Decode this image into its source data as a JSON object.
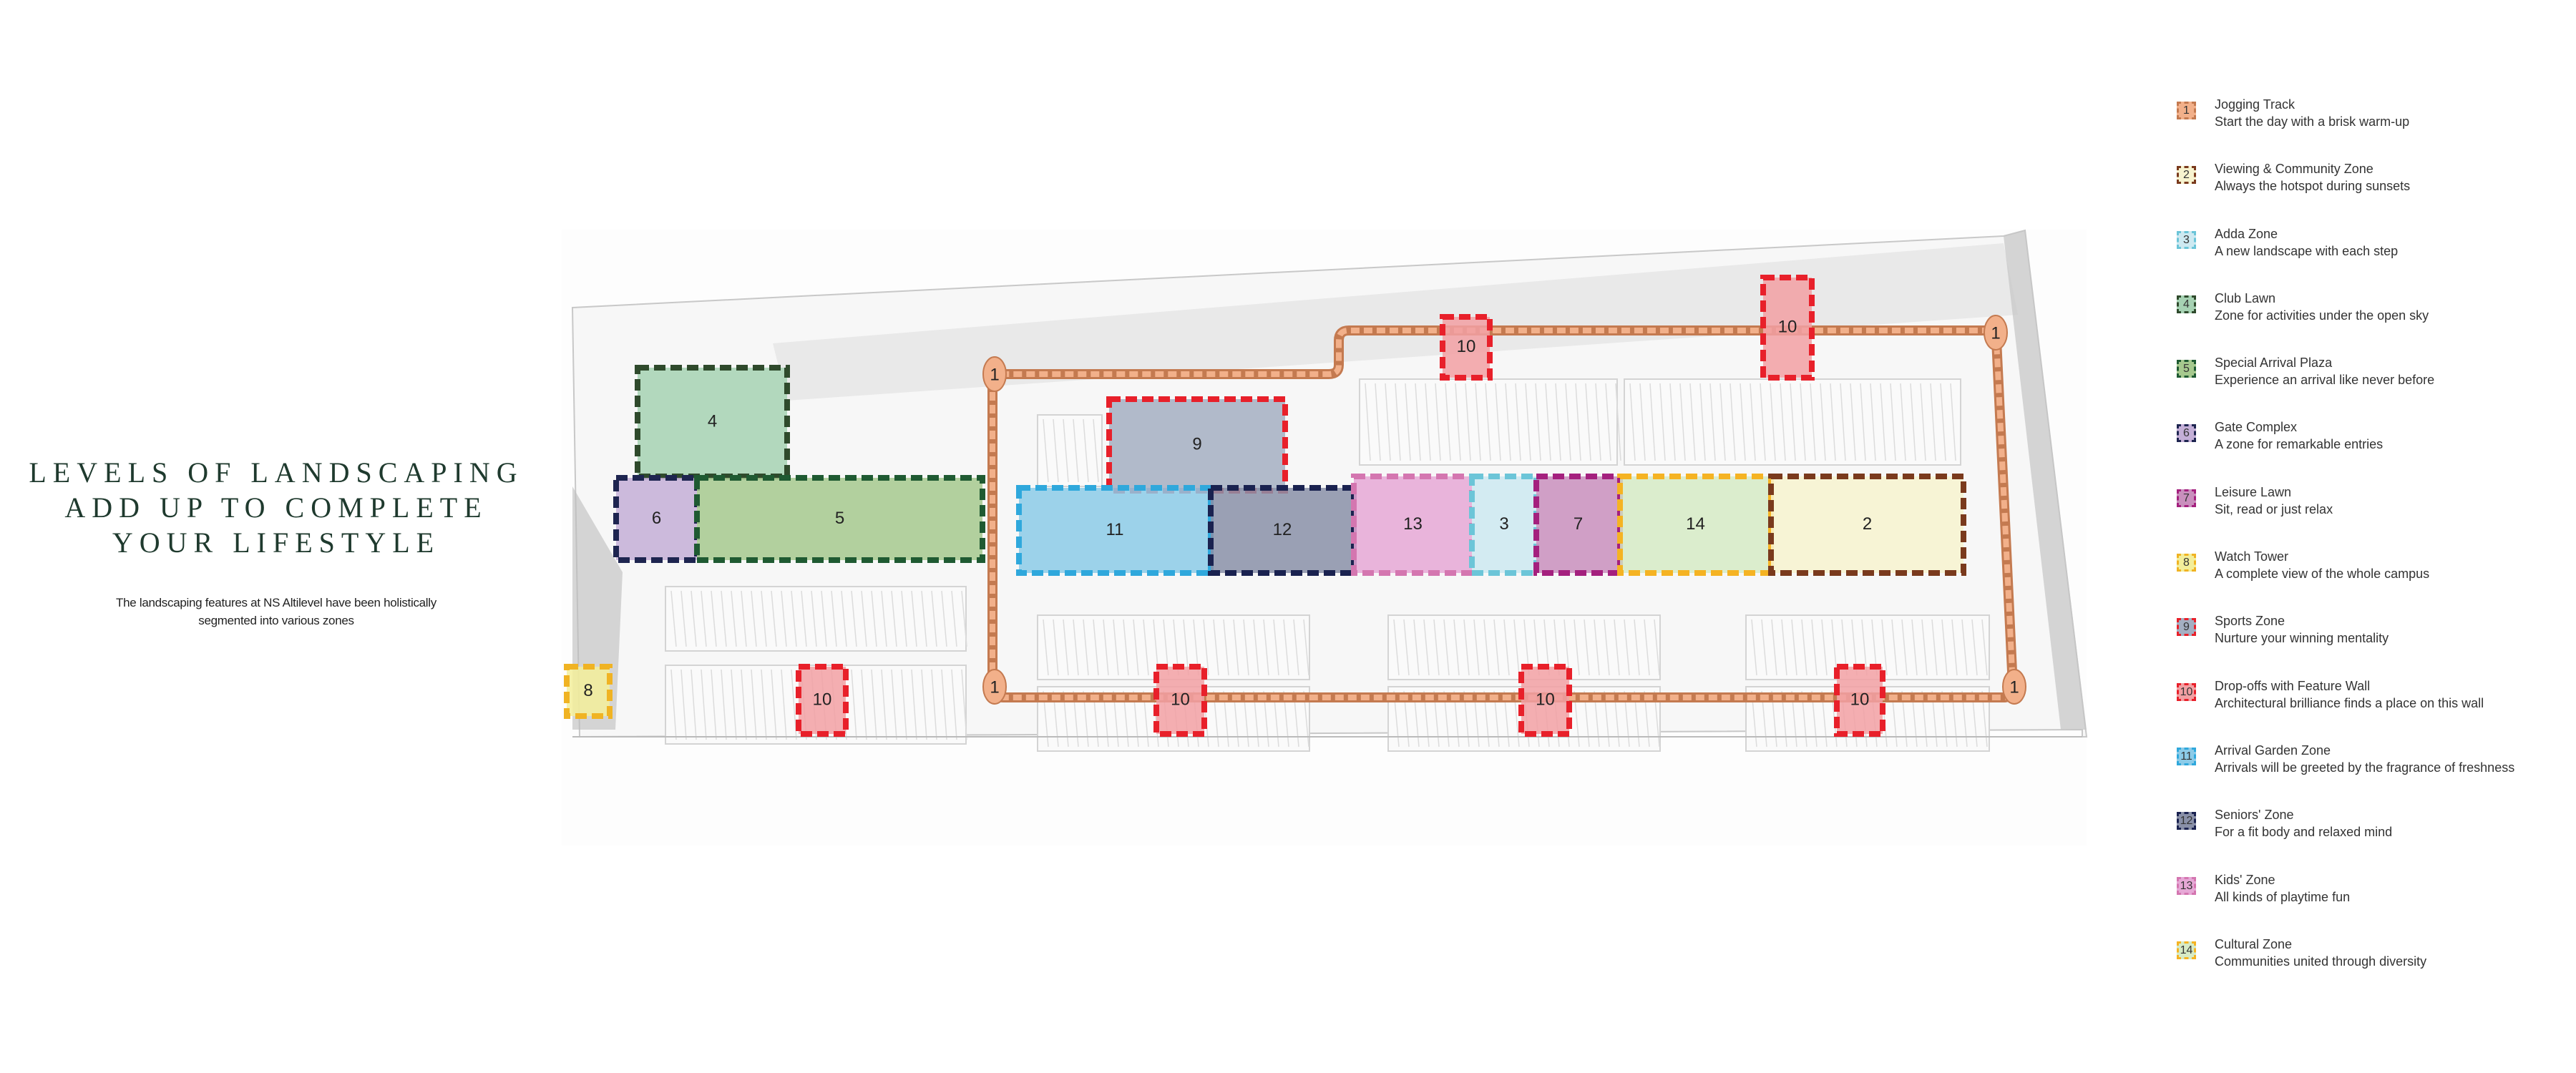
{
  "heading": {
    "lines": [
      "LEVELS OF LANDSCAPING",
      "ADD UP TO COMPLETE",
      "YOUR LIFESTYLE"
    ],
    "intro_lines": [
      "The landscaping features at NS Altilevel have been holistically",
      "segmented into various zones"
    ]
  },
  "zones": [
    {
      "num": "1",
      "title": "Jogging Track",
      "desc": "Start the day with a brisk warm-up",
      "fill": "#f2b08a",
      "border": "#c47a50"
    },
    {
      "num": "2",
      "title": "Viewing & Community Zone",
      "desc": "Always the hotspot during sunsets",
      "fill": "#f7f3cf",
      "border": "#7a3a1d"
    },
    {
      "num": "3",
      "title": "Adda Zone",
      "desc": "A new landscape with each step",
      "fill": "#cde9f1",
      "border": "#6cc5d8"
    },
    {
      "num": "4",
      "title": "Club Lawn",
      "desc": "Zone for activities under the open sky",
      "fill": "#a6d2b3",
      "border": "#2f4a2c"
    },
    {
      "num": "5",
      "title": "Special Arrival Plaza",
      "desc": "Experience an arrival like never before",
      "fill": "#a6c98e",
      "border": "#1f5a32"
    },
    {
      "num": "6",
      "title": "Gate Complex",
      "desc": "A zone for remarkable entries",
      "fill": "#c4afd7",
      "border": "#1e2550"
    },
    {
      "num": "7",
      "title": "Leisure Lawn",
      "desc": "Sit, read or just relax",
      "fill": "#c98fbd",
      "border": "#a4207e"
    },
    {
      "num": "8",
      "title": "Watch Tower",
      "desc": "A complete view of the whole campus",
      "fill": "#f3ee9a",
      "border": "#f0b323"
    },
    {
      "num": "9",
      "title": "Sports Zone",
      "desc": "Nurture your winning mentality",
      "fill": "#a4afc2",
      "border": "#e8202a"
    },
    {
      "num": "10",
      "title": "Drop-offs with Feature Wall",
      "desc": "Architectural brilliance finds a place on this wall",
      "fill": "#f2a0a3",
      "border": "#e8202a"
    },
    {
      "num": "11",
      "title": "Arrival Garden Zone",
      "desc": "Arrivals will be greeted by the fragrance of freshness",
      "fill": "#8ccbe8",
      "border": "#2fa8dc"
    },
    {
      "num": "12",
      "title": "Seniors' Zone",
      "desc": "For a fit body and relaxed mind",
      "fill": "#8990a8",
      "border": "#1a2250"
    },
    {
      "num": "13",
      "title": "Kids' Zone",
      "desc": "All kinds of playtime fun",
      "fill": "#e6a8d6",
      "border": "#d476b0"
    },
    {
      "num": "14",
      "title": "Cultural Zone",
      "desc": "Communities united through diversity",
      "fill": "#d6ebc6",
      "border": "#f5b323"
    }
  ]
}
